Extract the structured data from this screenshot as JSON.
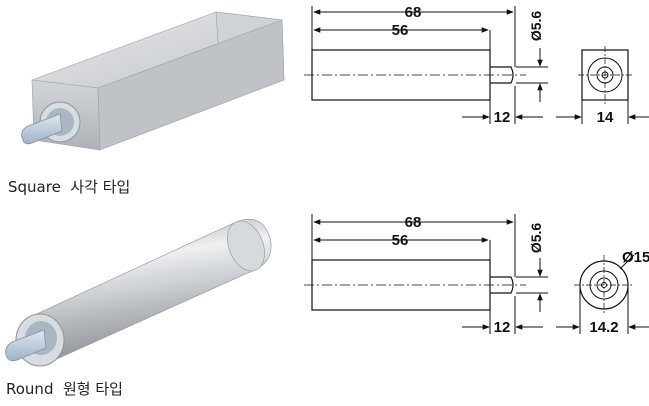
{
  "square": {
    "caption": "Square  사각 타입",
    "dims": {
      "overall": "68",
      "body": "56",
      "diameter": "Ø5.6",
      "pin": "12",
      "width": "14"
    }
  },
  "round": {
    "caption": "Round  원형 타입",
    "dims": {
      "overall": "68",
      "body": "56",
      "diameter": "Ø5.6",
      "pin": "12",
      "width": "14.2",
      "outer": "Ø15"
    }
  },
  "colors": {
    "line": "#111111",
    "body_metal": "#c9ccd0",
    "pin_blue": "#b8c8d8"
  }
}
